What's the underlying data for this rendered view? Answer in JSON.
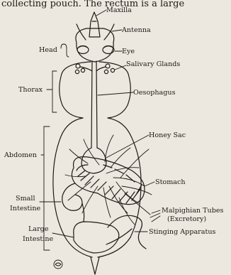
{
  "top_text": "collecting pouch.  The rectum is a large",
  "labels": {
    "maxilla": "Maxilla",
    "antenna": "Antenna",
    "head": "Head",
    "eye": "Eye",
    "salivary_glands": "Salivary Glands",
    "thorax": "Thorax",
    "oesophagus": "Oesophagus",
    "honey_sac": "Honey Sac",
    "abdomen": "Abdomen",
    "stomach": "Stomach",
    "small_intestine_1": "Small",
    "small_intestine_2": "Intestine",
    "malpighian_1": "Malpighian Tubes",
    "malpighian_2": "(Excretory)",
    "large_intestine_1": "Large",
    "large_intestine_2": "Intestine",
    "stinging_apparatus": "Stinging Apparatus"
  },
  "colors": {
    "paper": "#ece8df",
    "ink": "#1c1a17"
  },
  "icons": [
    "union-label-icon"
  ]
}
